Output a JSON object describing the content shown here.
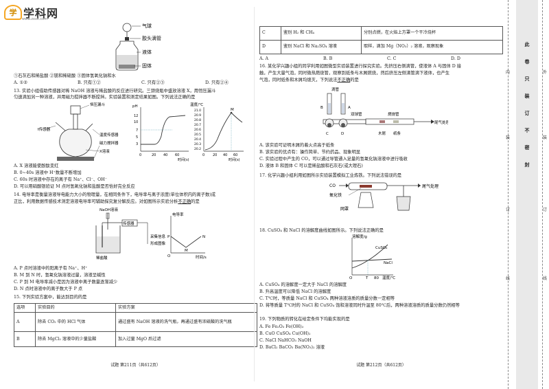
{
  "logo": {
    "name": "学科网",
    "url": "www.zxxk.com"
  },
  "left": {
    "apparatus_labels": [
      "气球",
      "胶头滴管",
      "液体",
      "固体"
    ],
    "q12_line": "①石灰石和稀盐酸   ②镁和稀硫酸   ③固体氢氧化钠和水",
    "q12_options": [
      "A. ①②",
      "B. 只有①②",
      "C. 只有②③",
      "D. 只有②④"
    ],
    "q13_stem_1": "13.   实验小组借助传感器对稀 NaOH 溶液与稀盐酸的反应进行研究。三颈烧瓶中盛放溶液 X，用恒压漏斗",
    "q13_stem_2": "匀速滴加另一种溶液，并用磁力搅拌器不断搅拌。实验装置和测定结果如图。下列说法正确的是",
    "q13_labels": {
      "funnel": "恒压漏斗",
      "ph_sensor": "pH传感器",
      "temp_sensor": "温度传感器",
      "stirrer": "磁力搅拌器",
      "x": "X溶液"
    },
    "q13_ph_axis": {
      "ylabel": "pH",
      "yticks": [
        "12",
        "10",
        "7",
        "5",
        "3"
      ],
      "xticks": [
        "0",
        "20",
        "40",
        "60"
      ],
      "xlabel": "时间(s)"
    },
    "q13_temp_axis": {
      "ylabel": "温度/℃",
      "yticks": [
        "21.0",
        "20.9",
        "20.8",
        "20.7",
        "20.6",
        "20.5",
        "20.4",
        "20.3",
        "20.2"
      ],
      "xticks": [
        "0",
        "20",
        "40",
        "60"
      ],
      "xlabel": "时间(s)",
      "point": "M"
    },
    "q13_options": [
      "A.  X 溶液能使酚酞变红",
      "B.  0~40s 溶液中 H⁺数量不断增加",
      "C.  60s 时溶液中存在的离子有 Na⁺、Cl⁻、OH⁻",
      "D.  可以用硝酸银验证 M 点时氢氧化钠和盐酸是否恰好完全反应"
    ],
    "q14_stem_1": "14.   电导率是衡量溶液导电能力大小的物理量，在相同条件下，电导率与离子浓度(单位体积内的离子数)成",
    "q14_stem_2": "正比，利用数据传感技术测定溶液电导率可辅助探究复分解反应。对如图所示实验分析",
    "q14_stem_3": "不正确",
    "q14_stem_4": "的是",
    "q14_labels": {
      "naoh": "NaOH溶液",
      "sensor": "传感器",
      "acid": "稀盐酸",
      "collect": "采集信息",
      "graph": "形成图像",
      "yaxis": "电导率",
      "xaxis": "时间/s",
      "p": "P",
      "m": "M",
      "n": "N",
      "o": "O"
    },
    "q14_options": [
      "A.  P 点时溶液中的阳离子有 Na⁺、H⁺",
      "B.  M 到 N 时，氢氧化钠溶液过量，溶液呈碱性",
      "C.  P 到 M 电导率减小是因为溶液中离子数量逐渐减少",
      "D.  N 点时溶液中的离子数大于 P 点"
    ],
    "q15_stem": "15.   下列实验方案中，能达到目的的是",
    "q15_header": [
      "选项",
      "实验目的",
      "实验方案"
    ],
    "q15_rows": [
      [
        "A",
        "除去 CO₂ 中的 HCl 气体",
        "通过盛有 NaOH 溶液的洗气瓶，再通过盛有浓硫酸的洗气瓶"
      ],
      [
        "B",
        "除去 MgCl₂ 溶液中的少量盐酸",
        "加入过量 MgO 后过滤"
      ]
    ],
    "footer": "试题  第211页（共612页）"
  },
  "right": {
    "q15_rows": [
      [
        "C",
        "鉴别 H₂ 和 CH₄",
        "分别点燃，在火焰上方罩一个干冷烧杯"
      ],
      [
        "D",
        "鉴别 NaCl 和 Na₂SO₄ 溶液",
        "取样，滴加 Mg（NO₃）₂ 溶液，观察现象"
      ]
    ],
    "q15_options": [
      "A.  A",
      "B.  B",
      "C.  C",
      "D.  D"
    ],
    "q16_stem_1": "16.   某化学兴趣小组的同学利用如图微型实验装置进行探究实验。先挤压右侧滴管，使液体 A 与固体 D 接",
    "q16_stem_2": "触，产生大量气泡，同时微热燃烧管，观察到纸条与木屑燃烧，然后挤压左侧滴管滴下液体，也产生",
    "q16_stem_3": "气泡，同时纸条和木屑均熄灭，下列说法",
    "q16_stem_4": "不正确",
    "q16_stem_5": "的是",
    "q16_labels": {
      "dropper": "滴管",
      "b": "B",
      "a": "A",
      "tube": "双球管",
      "burner": "燃烧管",
      "exhaust": "尾气处理",
      "c": "C",
      "d": "D",
      "sawdust": "木屑",
      "paper": "纸条"
    },
    "q16_options": [
      "A.  该实验可证明木屑的着火点高于纸条",
      "B.  该实验的优点有：操作简单、节约药品、现象明显",
      "C.  实验过程中产生的 CO，可以通过导管通入足量的氢氧化钠溶液中进行吸收",
      "D.  液体 B 和固体 C 可以是稀盐酸和石灰石(或大理石)"
    ],
    "q17_stem": "17.   化学兴趣小组利用如图所示实验装置模拟工业炼铁。下列说法错误的是",
    "q17_labels": {
      "co": "CO",
      "iron_oxide": "氧化铁",
      "net": "网罩",
      "exhaust": "尾气处理"
    },
    "q18_stem": "18.   CuSO₄ 和 NaCl 的溶解度曲线如图所示。下列说法正确的是",
    "q18_labels": {
      "ylabel": "溶解度/g",
      "cuso4": "CuSO₄",
      "nacl": "NaCl",
      "o": "O",
      "t": "T",
      "x80": "80",
      "xlabel": "温度/℃"
    },
    "q18_options": [
      "A.  CuSO₄ 的溶解度一定大于 NaCl 的溶解度",
      "B.  升高温度可以降低 NaCl 的溶解度",
      "C.  T℃时，等质量 NaCl 和 CuSO₄ 两种溶液溶质的质量分数一定相等",
      "D.  将等质量 T℃时的 NaCl 和 CuSO₄ 饱和溶液同时升温至 80℃后，两种溶液溶质的质量分数仍然相等"
    ],
    "q19_stem": "19.   下列物质的转化在给定条件下均能实现的是",
    "q19_options": [
      "A.  Fe  Fe₂O₃  Fe(OH)₃",
      "B.  CuO  CuSO₄  Cu(OH)₂",
      "C.  NaCl  NaHCO₃  NaOH",
      "D.  BaCl₂  BaCO₃  Ba(NO₃)₂ 溶液"
    ],
    "footer": "试题  第212页（共612页）"
  },
  "binding": {
    "chars": [
      "此",
      "卷",
      "只",
      "装",
      "订",
      "不",
      "密",
      "封"
    ],
    "labels_left": [
      "内",
      "装",
      "订",
      "线"
    ],
    "labels_right": [
      "外",
      "装",
      "订",
      "线"
    ]
  }
}
